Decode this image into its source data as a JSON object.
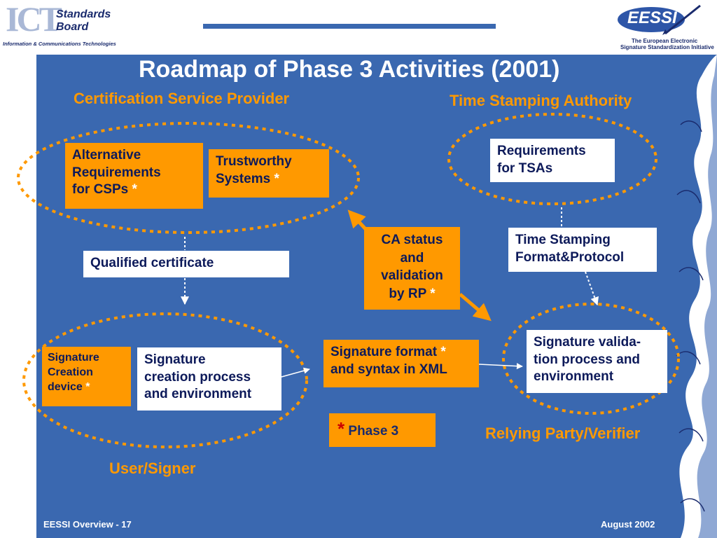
{
  "header": {
    "ict_logo_letters": "ICT",
    "ict_logo_line1": "Standards",
    "ict_logo_line2": "Board",
    "ict_subtitle": "Information & Communications Technologies",
    "eessi_logo_text": "EESSI",
    "eessi_line1": "The European Electronic",
    "eessi_line2": "Signature Standardization Initiative"
  },
  "slide": {
    "title": "Roadmap of Phase 3 Activities (2001)",
    "heading_csp": "Certification Service Provider",
    "heading_tsa": "Time Stamping Authority",
    "heading_user": "User/Signer",
    "heading_rp": "Relying Party/Verifier",
    "star": "*",
    "boxes": {
      "alt_req_line1": "Alternative",
      "alt_req_line2": "Requirements",
      "alt_req_line3": "for CSPs",
      "trust_line1": "Trustworthy",
      "trust_line2": "Systems",
      "req_tsa_line1": "Requirements",
      "req_tsa_line2": "for TSAs",
      "qualified": "Qualified certificate",
      "ca_line1": "CA status",
      "ca_line2": "and",
      "ca_line3": "validation",
      "ca_line4": "by RP",
      "ts_line1": "Time Stamping",
      "ts_line2": "Format&Protocol",
      "sig_dev_line1": "Signature",
      "sig_dev_line2": "Creation",
      "sig_dev_line3": "device",
      "sig_proc_line1": "Signature",
      "sig_proc_line2": "creation process",
      "sig_proc_line3": "and environment",
      "sig_fmt_line1": "Signature format",
      "sig_fmt_line2": "and syntax in XML",
      "sig_val_line1": "Signature valida-",
      "sig_val_line2": "tion process and",
      "sig_val_line3": "environment",
      "phase3": "Phase 3"
    },
    "footer_left": "EESSI Overview - 17",
    "footer_right": "August 2002"
  },
  "colors": {
    "background": "#3a68b0",
    "orange": "#ff9900",
    "dark_text": "#0d1a5a",
    "white": "#ffffff"
  }
}
